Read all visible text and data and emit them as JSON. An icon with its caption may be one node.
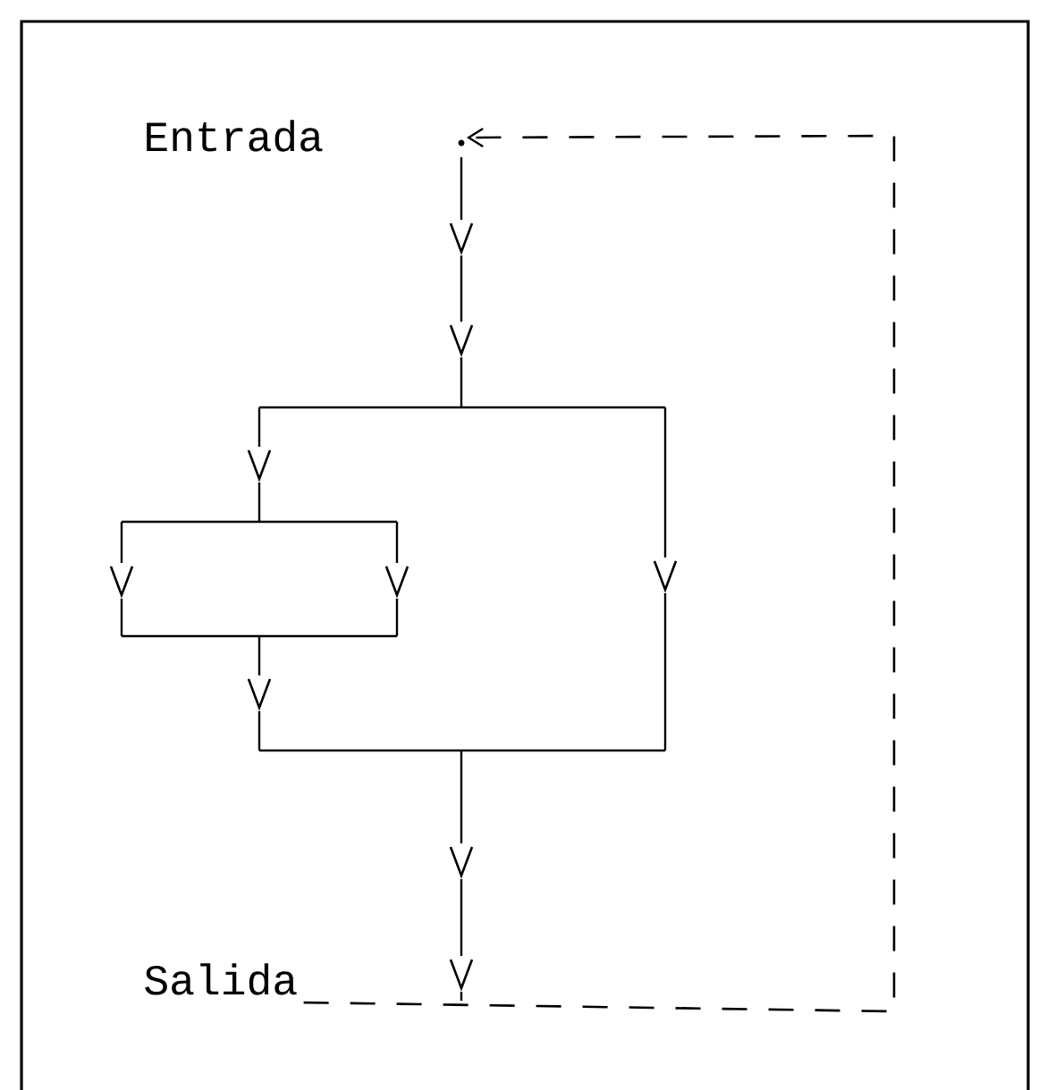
{
  "diagram": {
    "nodes": [
      {
        "text": [
          "Entrada"
        ]
      },
      {
        "text": [
          "Salida"
        ]
      },
      {
        "text": [],
        "shape": "circle"
      }
    ],
    "edges": [
      {
        "from": 1,
        "to": 2,
        "arrow": "to",
        "style": "dashed"
      }
    ]
  }
}
